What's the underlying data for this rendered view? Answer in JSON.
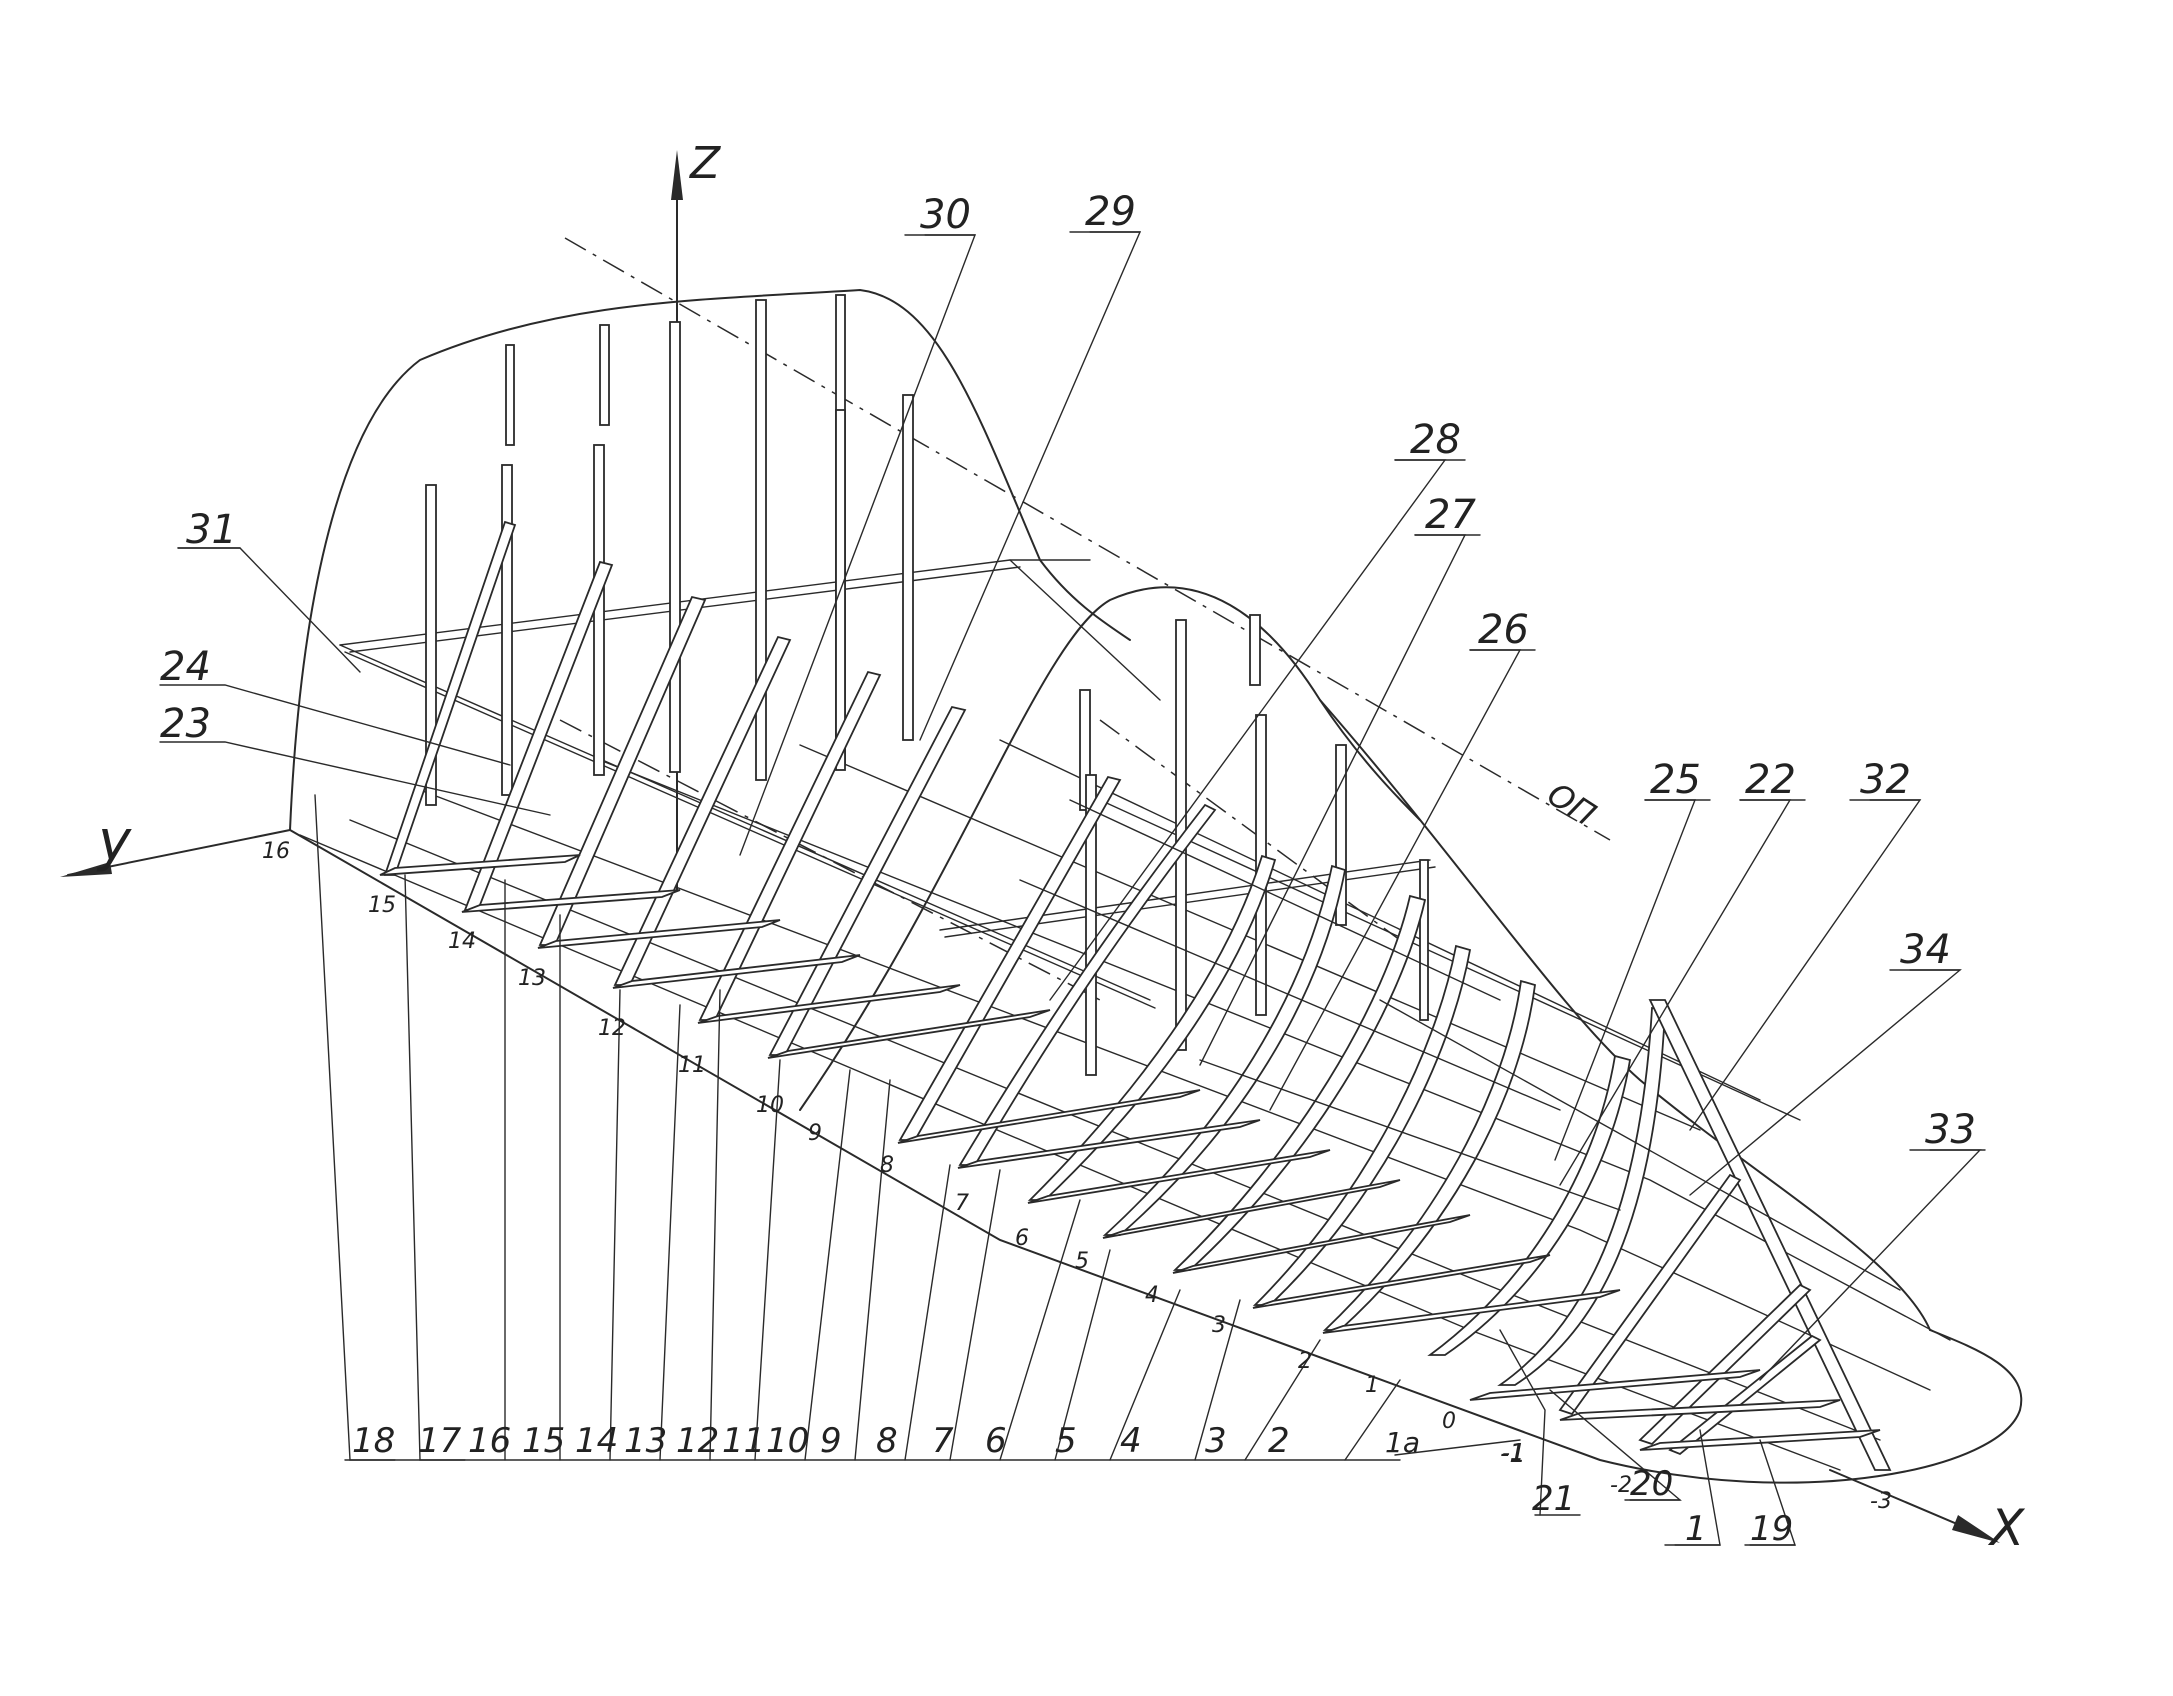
{
  "axes": {
    "z": "Z",
    "y": "y",
    "x": "X",
    "plane": "ОП"
  },
  "top_callouts": [
    "31",
    "24",
    "23",
    "30",
    "29",
    "28",
    "27",
    "26",
    "25",
    "22",
    "32",
    "34",
    "33"
  ],
  "bottom_callouts": [
    "18",
    "17",
    "16",
    "15",
    "14",
    "13",
    "12",
    "11",
    "10",
    "9",
    "8",
    "7",
    "6",
    "5",
    "4",
    "3",
    "2",
    "1a",
    "-1",
    "21",
    "20",
    "1",
    "19"
  ],
  "frame_numbers": [
    "16",
    "15",
    "14",
    "13",
    "12",
    "11",
    "10",
    "9",
    "8",
    "7",
    "6",
    "5",
    "4",
    "3",
    "2",
    "1",
    "0",
    "-1",
    "-2",
    "-3"
  ]
}
